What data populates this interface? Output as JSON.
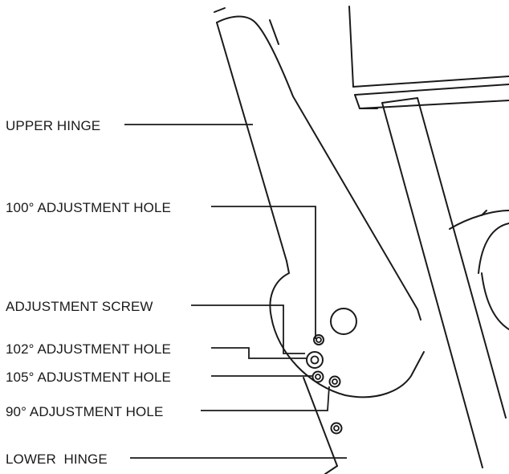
{
  "labels": {
    "upper_hinge": "UPPER HINGE",
    "adj_100": "100° ADJUSTMENT HOLE",
    "adjustment_screw": "ADJUSTMENT SCREW",
    "adj_102": "102° ADJUSTMENT HOLE",
    "adj_105": "105° ADJUSTMENT HOLE",
    "adj_90": "90° ADJUSTMENT HOLE",
    "lower_hinge": "LOWER  HINGE"
  },
  "colors": {
    "line": "#1a1a1a",
    "background": "#ffffff"
  }
}
